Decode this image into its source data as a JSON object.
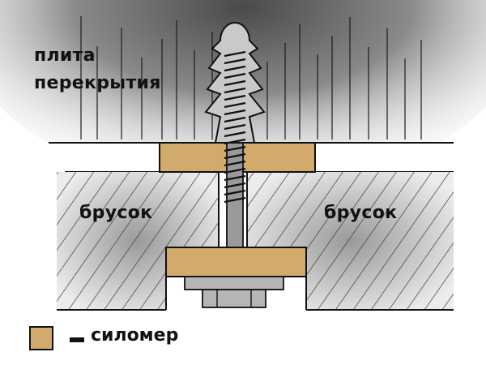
{
  "labels": {
    "slab_line1": "плита",
    "slab_line2": "перекрытия",
    "beam_left": "брусок",
    "beam_right": "брусок",
    "legend_text": "силомер"
  },
  "colors": {
    "silomer": "#d2aa6b",
    "outline": "#111111",
    "hatch": "#444444",
    "screw": "#9a9a9a",
    "nut": "#b5b5b5"
  }
}
